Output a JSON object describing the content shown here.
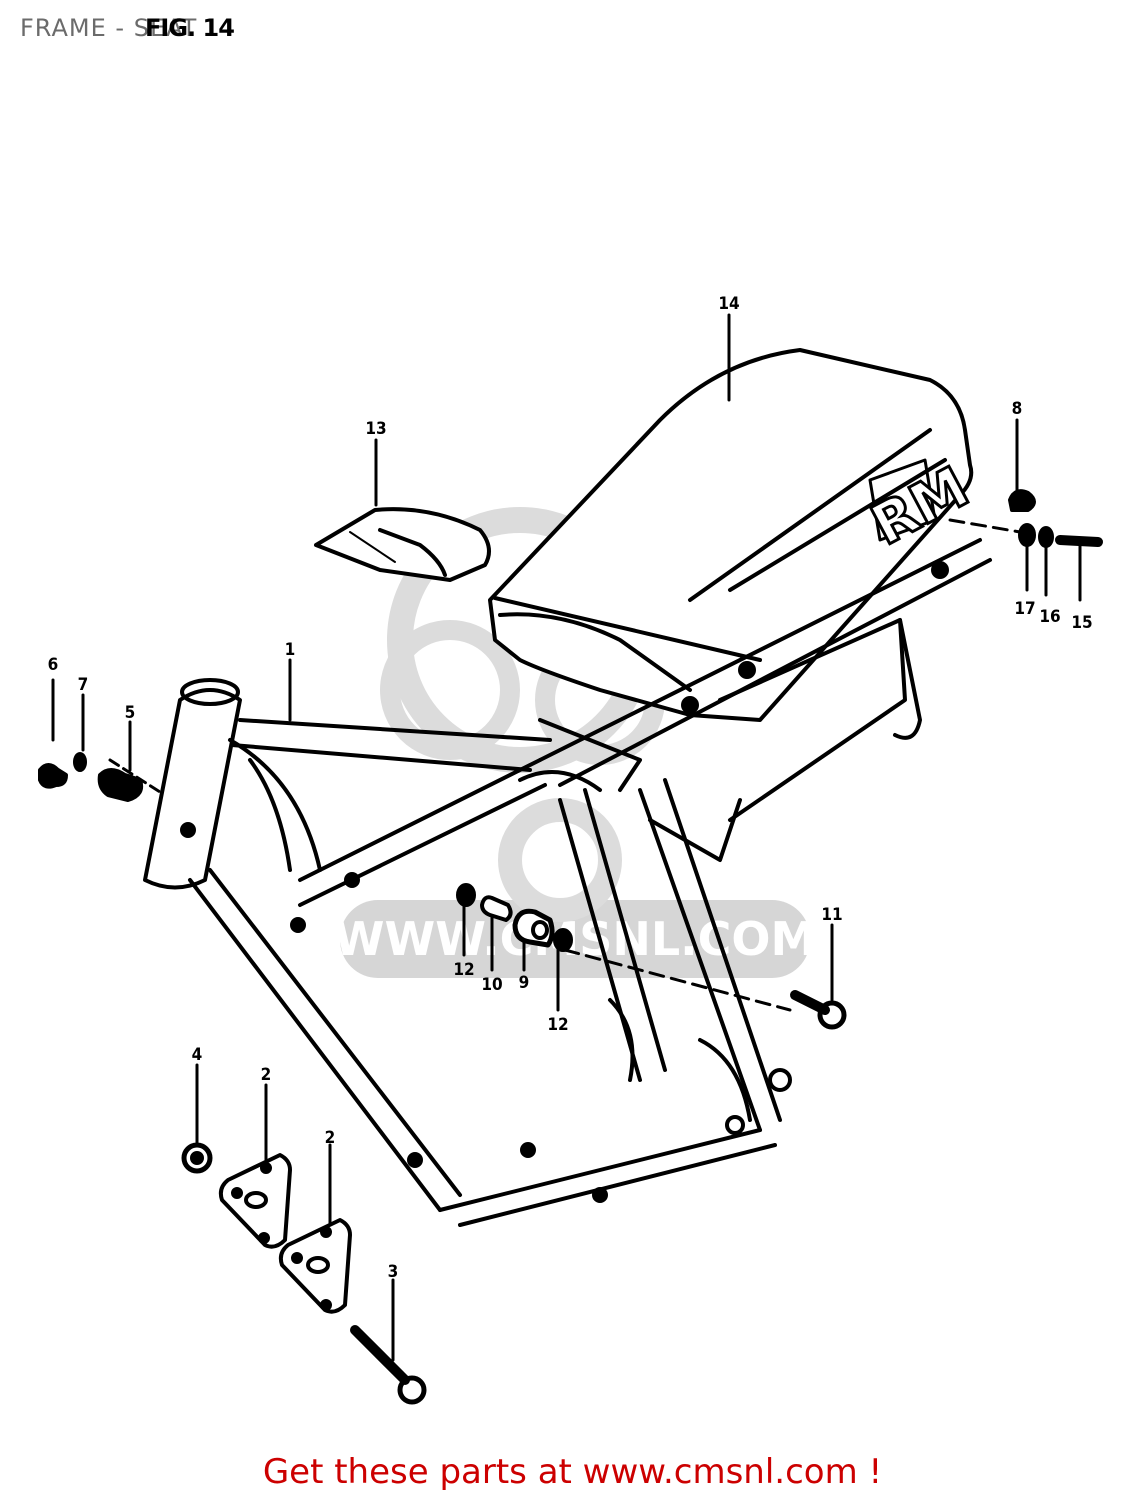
{
  "header": {
    "title": "FRAME - SEAT",
    "figure_label": "FIG. 14"
  },
  "watermark": {
    "text": "WWW.CMSNL.COM"
  },
  "seat": {
    "logo_text": "RM"
  },
  "callouts": [
    {
      "id": "1",
      "label": "1",
      "part": "frame"
    },
    {
      "id": "2a",
      "label": "2",
      "part": "engine mounting plate"
    },
    {
      "id": "2b",
      "label": "2",
      "part": "engine mounting plate"
    },
    {
      "id": "3",
      "label": "3",
      "part": "bolt"
    },
    {
      "id": "4",
      "label": "4",
      "part": "nut"
    },
    {
      "id": "5",
      "label": "5",
      "part": "clamp"
    },
    {
      "id": "6",
      "label": "6",
      "part": "bolt"
    },
    {
      "id": "7",
      "label": "7",
      "part": "washer"
    },
    {
      "id": "8",
      "label": "8",
      "part": "seat cushion"
    },
    {
      "id": "9",
      "label": "9",
      "part": "bushing"
    },
    {
      "id": "10",
      "label": "10",
      "part": "spacer"
    },
    {
      "id": "11",
      "label": "11",
      "part": "bolt"
    },
    {
      "id": "12a",
      "label": "12",
      "part": "washer"
    },
    {
      "id": "12b",
      "label": "12",
      "part": "washer"
    },
    {
      "id": "13",
      "label": "13",
      "part": "tank cushion"
    },
    {
      "id": "14",
      "label": "14",
      "part": "seat"
    },
    {
      "id": "15",
      "label": "15",
      "part": "bolt"
    },
    {
      "id": "16",
      "label": "16",
      "part": "washer"
    },
    {
      "id": "17",
      "label": "17",
      "part": "washer"
    }
  ],
  "footer": {
    "cta_text": "Get these parts at www.cmsnl.com !"
  }
}
